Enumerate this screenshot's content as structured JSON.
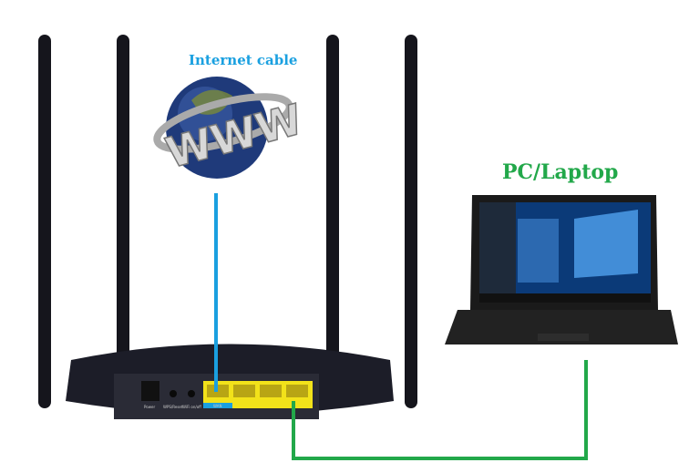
{
  "labels": {
    "internet": "Internet cable",
    "pc": "PC/Laptop"
  },
  "router_ports": {
    "power": "Power",
    "wps": "WPS/Reset",
    "wifi": "WiFi on/off",
    "wan": "WAN"
  },
  "globe_text": "WWW",
  "colors": {
    "internet_cable": "#1aa0e0",
    "lan_cable": "#22a84a",
    "port_yellow": "#f2e21a"
  }
}
